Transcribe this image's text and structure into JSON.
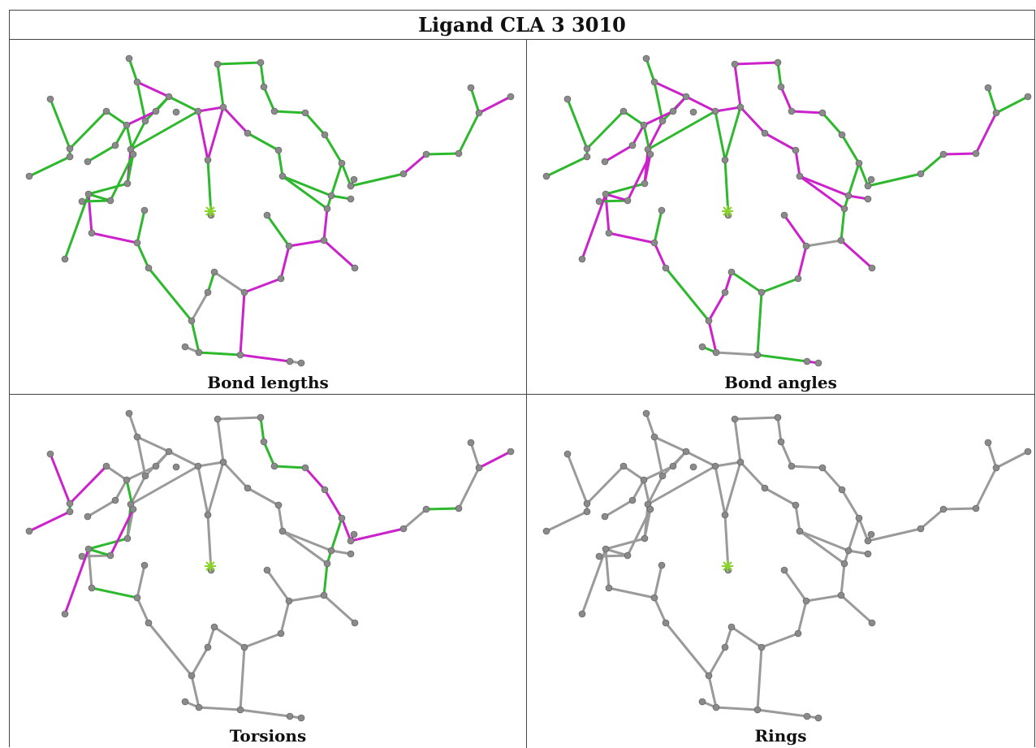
{
  "title": "Ligand CLA 3 3010",
  "panels": [
    {
      "caption": "Bond lengths"
    },
    {
      "caption": "Bond angles"
    },
    {
      "caption": "Torsions"
    },
    {
      "caption": "Rings"
    }
  ],
  "colors": {
    "green": "#2db82d",
    "magenta": "#cc22cc",
    "grey": "#9a9a9a",
    "atom": "#8a8a8a",
    "center_marker": "#8ad42a"
  }
}
